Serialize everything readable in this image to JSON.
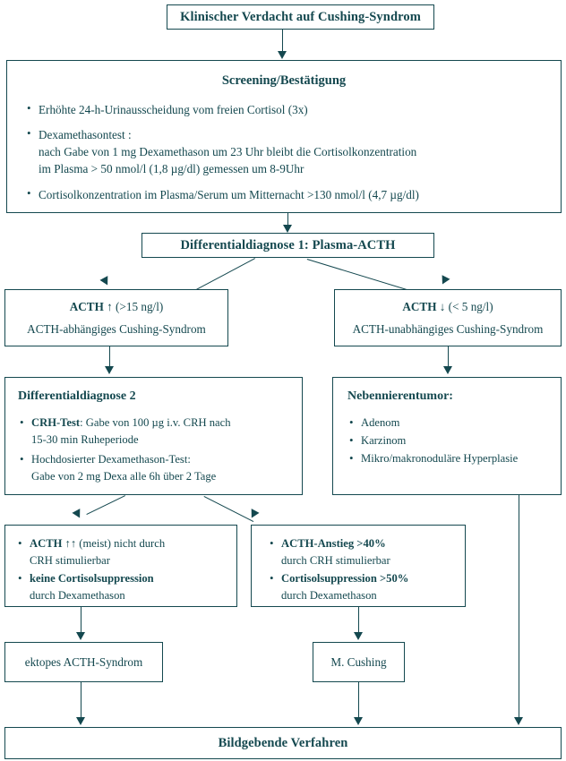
{
  "diagram": {
    "title": "Klinischer Verdacht auf Cushing-Syndrom",
    "accent_color": "#14484f",
    "background_color": "#ffffff"
  },
  "screening": {
    "heading": "Screening/Bestätigung",
    "items": [
      {
        "line1": "Erhöhte 24-h-Urinausscheidung vom freien Cortisol (3x)"
      },
      {
        "line1": "Dexamethasontest :",
        "line2": "nach Gabe von 1 mg Dexamethason um 23 Uhr bleibt die Cortisolkonzentration",
        "line3": "im Plasma  > 50 nmol/l (1,8 µg/dl) gemessen um 8-9Uhr"
      },
      {
        "line1": "Cortisolkonzentration im Plasma/Serum um Mitternacht >130 nmol/l (4,7 µg/dl)"
      }
    ]
  },
  "dd1": {
    "label": "Differentialdiagnose 1: Plasma-ACTH"
  },
  "acth_high": {
    "line1_bold": "ACTH ↑",
    "line1_rest": " (>15 ng/l)",
    "line2": "ACTH-abhängiges Cushing-Syndrom"
  },
  "acth_low": {
    "line1_bold": "ACTH ↓",
    "line1_rest": " (< 5 ng/l)",
    "line2": "ACTH-unabhängiges Cushing-Syndrom"
  },
  "dd2": {
    "heading": "Differentialdiagnose 2",
    "items": [
      {
        "bold": "CRH-Test",
        "rest": ": Gabe von 100 µg  i.v. CRH nach",
        "line2": "15-30 min Ruheperiode"
      },
      {
        "bold": "",
        "rest": "Hochdosierter Dexamethason-Test:",
        "line2": "Gabe von 2 mg Dexa alle 6h über 2 Tage"
      }
    ]
  },
  "adrenal_tumor": {
    "heading": "Nebennierentumor:",
    "items": [
      "Adenom",
      "Karzinom",
      "Mikro/makronoduläre Hyperplasie"
    ]
  },
  "result_left": {
    "items": [
      {
        "bold": "ACTH ↑↑",
        "rest": "  (meist) nicht durch",
        "line2": "CRH stimulierbar"
      },
      {
        "bold": "keine Cortisolsuppression",
        "rest": "",
        "line2": "durch Dexamethason"
      }
    ]
  },
  "result_right": {
    "items": [
      {
        "bold": "ACTH-Anstieg  >40%",
        "rest": "",
        "line2": "durch CRH stimulierbar"
      },
      {
        "bold": "Cortisolsuppression >50%",
        "rest": "",
        "line2": "durch Dexamethason"
      }
    ]
  },
  "ectopic": {
    "label": "ektopes ACTH-Syndrom"
  },
  "cushing_disease": {
    "label": "M. Cushing"
  },
  "imaging": {
    "label": "Bildgebende Verfahren"
  }
}
